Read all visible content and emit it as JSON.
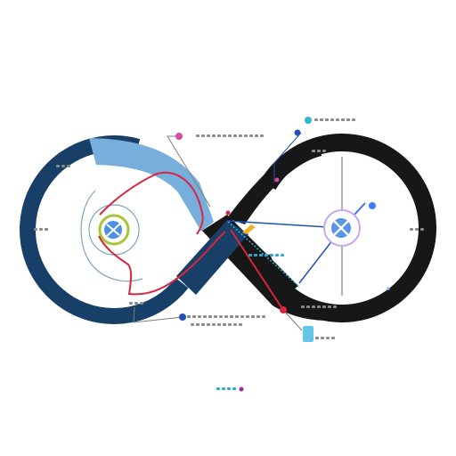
{
  "diagram": {
    "type": "infinity-loop",
    "palette": {
      "dark_blue": "#173f68",
      "light_blue": "#78aedb",
      "black": "#171717",
      "red": "#d7263d",
      "navy_line": "#1f4fb8",
      "teal": "#2eb7d1",
      "pink": "#d44aa5",
      "orange": "#f0b02e",
      "yellow_green": "#a8c43a",
      "gray_text": "#6a6a6a"
    },
    "markers": [
      {
        "name": "top-left-callout-dot",
        "color": "#d44aa5"
      },
      {
        "name": "top-right-callout-dot",
        "color": "#2eb7d1"
      },
      {
        "name": "upper-right-link-dot",
        "color": "#1f4fb8"
      },
      {
        "name": "bottom-left-callout-dot",
        "color": "#1f4fb8"
      },
      {
        "name": "bottom-right-callout-dot",
        "color": "#d7263d"
      },
      {
        "name": "bottom-center-dot",
        "color": "#9c2aa9"
      }
    ]
  }
}
